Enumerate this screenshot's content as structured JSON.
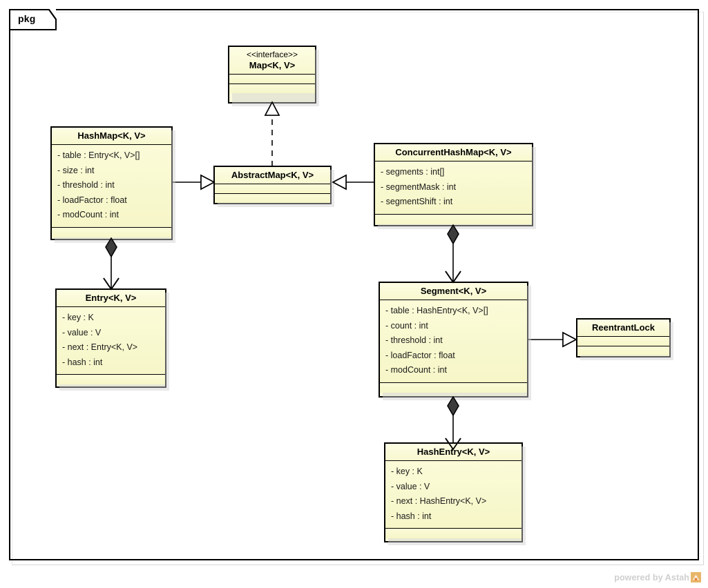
{
  "diagram": {
    "package_label": "pkg",
    "watermark": "powered by Astah",
    "watermark_logo_name": "astah-logo-icon"
  },
  "classes": [
    {
      "id": "map",
      "stereotype": "<<interface>>",
      "name": "Map<K, V>",
      "attributes": [],
      "compartments_empty": 2
    },
    {
      "id": "hashmap",
      "stereotype": "",
      "name": "HashMap<K, V>",
      "attributes": [
        "- table : Entry<K, V>[]",
        "- size : int",
        "- threshold : int",
        "- loadFactor : float",
        "- modCount : int"
      ],
      "compartments_empty": 1
    },
    {
      "id": "abstractmap",
      "stereotype": "",
      "name": "AbstractMap<K, V>",
      "attributes": [],
      "compartments_empty": 2
    },
    {
      "id": "concurrenthashmap",
      "stereotype": "",
      "name": "ConcurrentHashMap<K, V>",
      "attributes": [
        "- segments : int[]",
        "- segmentMask : int",
        "- segmentShift : int"
      ],
      "compartments_empty": 1
    },
    {
      "id": "entry",
      "stereotype": "",
      "name": "Entry<K, V>",
      "attributes": [
        "- key : K",
        "- value : V",
        "- next : Entry<K, V>",
        "- hash : int"
      ],
      "compartments_empty": 1
    },
    {
      "id": "segment",
      "stereotype": "",
      "name": "Segment<K, V>",
      "attributes": [
        "- table : HashEntry<K, V>[]",
        "- count : int",
        "- threshold : int",
        "- loadFactor : float",
        "- modCount : int"
      ],
      "compartments_empty": 1
    },
    {
      "id": "reentrantlock",
      "stereotype": "",
      "name": "ReentrantLock",
      "attributes": [],
      "compartments_empty": 2
    },
    {
      "id": "hashentry",
      "stereotype": "",
      "name": "HashEntry<K, V>",
      "attributes": [
        "- key : K",
        "- value : V",
        "- next : HashEntry<K, V>",
        "- hash : int"
      ],
      "compartments_empty": 1
    }
  ],
  "relationships": [
    {
      "id": "rel-abstractmap-map",
      "type": "realization",
      "from": "abstractmap",
      "to": "map",
      "label": ""
    },
    {
      "id": "rel-hashmap-abstractmap",
      "type": "generalization",
      "from": "hashmap",
      "to": "abstractmap",
      "label": ""
    },
    {
      "id": "rel-concurrenthashmap-abstractmap",
      "type": "generalization",
      "from": "concurrenthashmap",
      "to": "abstractmap",
      "label": ""
    },
    {
      "id": "rel-hashmap-entry",
      "type": "composition",
      "from": "hashmap",
      "to": "entry",
      "label": ""
    },
    {
      "id": "rel-concurrenthashmap-segment",
      "type": "composition",
      "from": "concurrenthashmap",
      "to": "segment",
      "label": ""
    },
    {
      "id": "rel-segment-reentrantlock",
      "type": "generalization",
      "from": "segment",
      "to": "reentrantlock",
      "label": ""
    },
    {
      "id": "rel-segment-hashentry",
      "type": "composition",
      "from": "segment",
      "to": "hashentry",
      "label": ""
    }
  ],
  "colors": {
    "class_fill": "#fcfcdc",
    "class_border": "#000000",
    "shadow": "#cfcfcf",
    "watermark": "#cfcfcf",
    "logo_accent": "#e8873a"
  }
}
